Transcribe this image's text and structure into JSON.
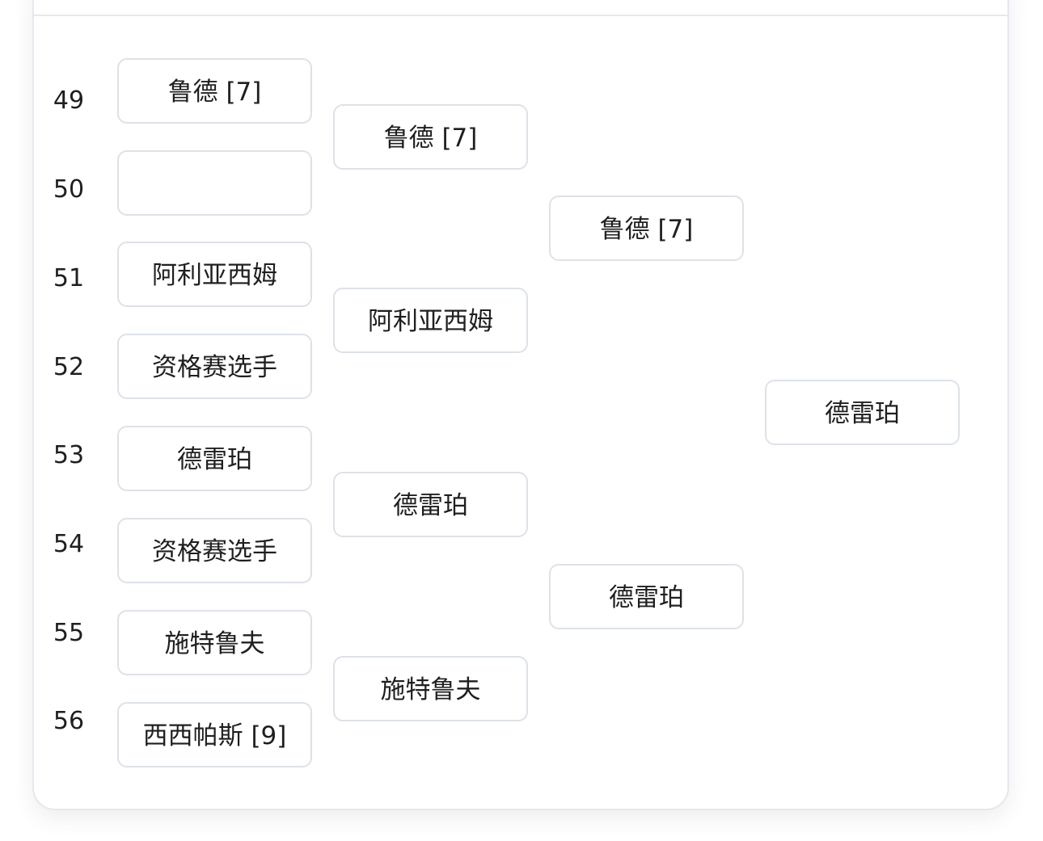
{
  "bracket": {
    "seeds": [
      "49",
      "50",
      "51",
      "52",
      "53",
      "54",
      "55",
      "56"
    ],
    "round1": [
      "鲁德 [7]",
      "",
      "阿利亚西姆",
      "资格赛选手",
      "德雷珀",
      "资格赛选手",
      "施特鲁夫",
      "西西帕斯 [9]"
    ],
    "round2": [
      "鲁德 [7]",
      "阿利亚西姆",
      "德雷珀",
      "施特鲁夫"
    ],
    "round3": [
      "鲁德 [7]",
      "德雷珀"
    ],
    "round4": [
      "德雷珀"
    ]
  }
}
